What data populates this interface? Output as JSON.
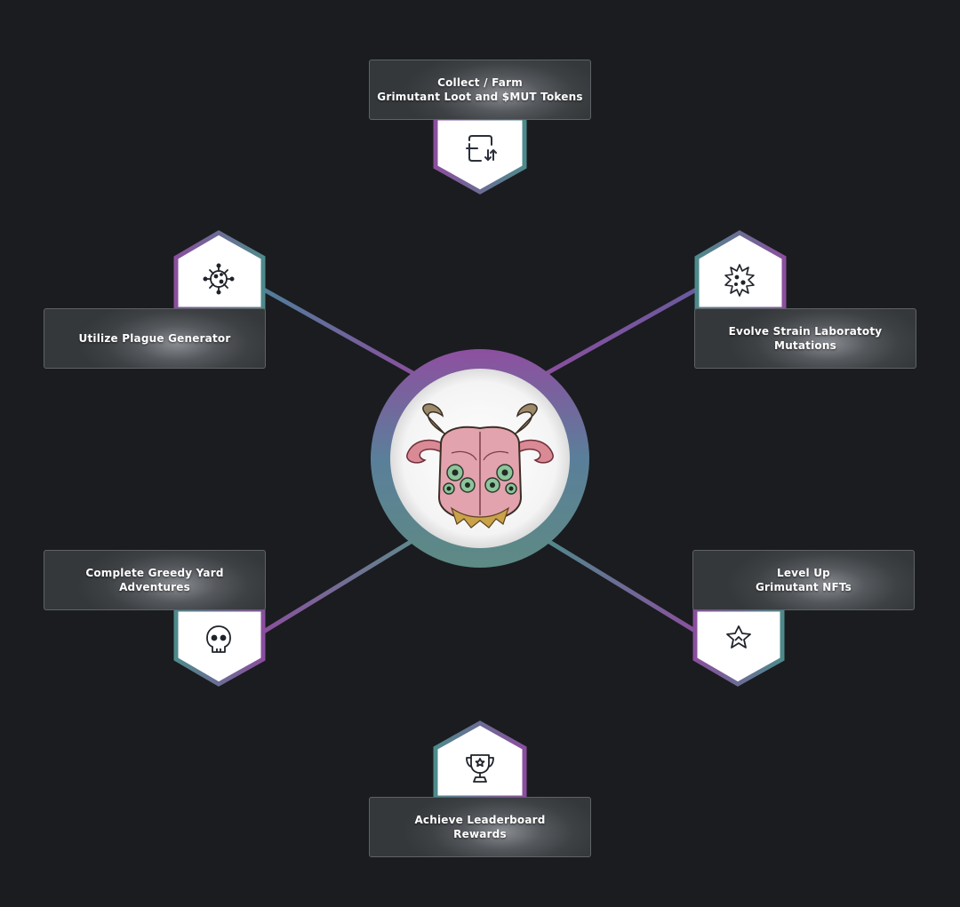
{
  "nodes": [
    {
      "id": "collect",
      "line1": "Collect / Farm",
      "line2": "Grimutant Loot and $MUT Tokens",
      "icon": "token-swap-icon"
    },
    {
      "id": "plague",
      "line1": "Utilize Plague Generator",
      "line2": "",
      "icon": "virus-icon"
    },
    {
      "id": "evolve",
      "line1": "Evolve Strain Laboratoty",
      "line2": "Mutations",
      "icon": "spiky-germ-icon"
    },
    {
      "id": "greedy",
      "line1": "Complete Greedy Yard",
      "line2": "Adventures",
      "icon": "skull-icon"
    },
    {
      "id": "level",
      "line1": "Level Up",
      "line2": "Grimutant NFTs",
      "icon": "star-badge-icon"
    },
    {
      "id": "leader",
      "line1": "Achieve Leaderboard",
      "line2": "Rewards",
      "icon": "trophy-icon"
    }
  ],
  "center": {
    "icon": "grimutant-mascot-icon"
  },
  "colors": {
    "background": "#1a1c1f",
    "purple": "#8a4f9e",
    "teal": "#4e8a8c",
    "label_bg": "#3e4144",
    "hex_fill": "#ffffff",
    "text": "#ffffff"
  }
}
